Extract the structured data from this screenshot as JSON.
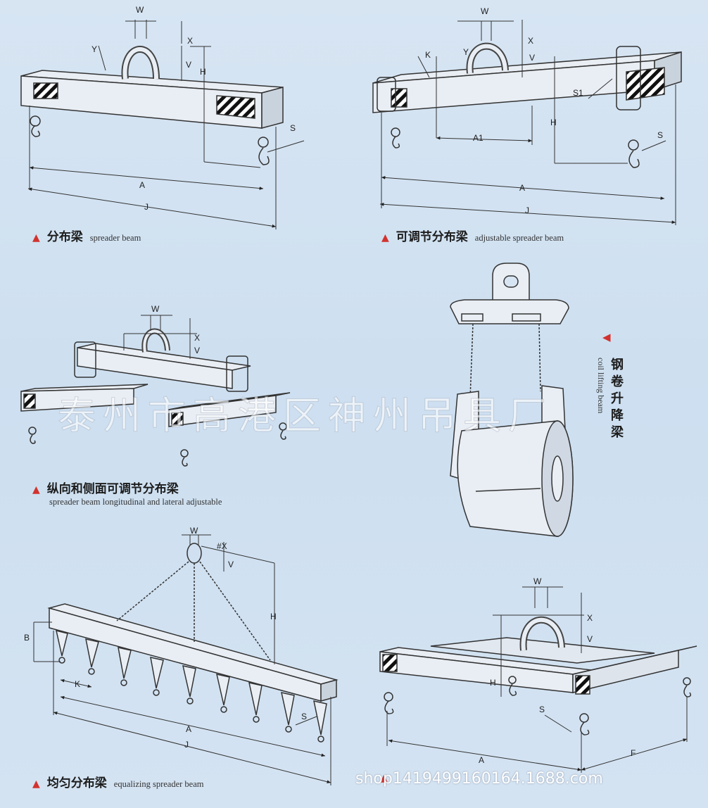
{
  "watermark": "泰州市高港区神州吊具厂",
  "shop_url": "shop1419499160164.1688.com",
  "accent_color": "#d2322d",
  "panels": {
    "spreader": {
      "zh": "分布梁",
      "en": "spreader beam"
    },
    "adjustable": {
      "zh": "可调节分布梁",
      "en": "adjustable spreader beam"
    },
    "longitudinal": {
      "zh": "纵向和侧面可调节分布梁",
      "en": "spreader beam longitudinal and lateral adjustable"
    },
    "coil": {
      "zh": "钢卷升降梁",
      "en": "coil lifting beam"
    },
    "equalizing": {
      "zh": "均匀分布梁",
      "en": "equalizing spreader beam"
    },
    "bottom_right": {
      "zh": "",
      "en": ""
    }
  },
  "dims": {
    "W": "W",
    "X": "X",
    "Y": "Y",
    "V": "V",
    "H": "H",
    "A": "A",
    "J": "J",
    "S": "S",
    "K": "K",
    "S1": "S1",
    "A1": "A1",
    "B": "B",
    "F": "F",
    "X2": "#X"
  }
}
